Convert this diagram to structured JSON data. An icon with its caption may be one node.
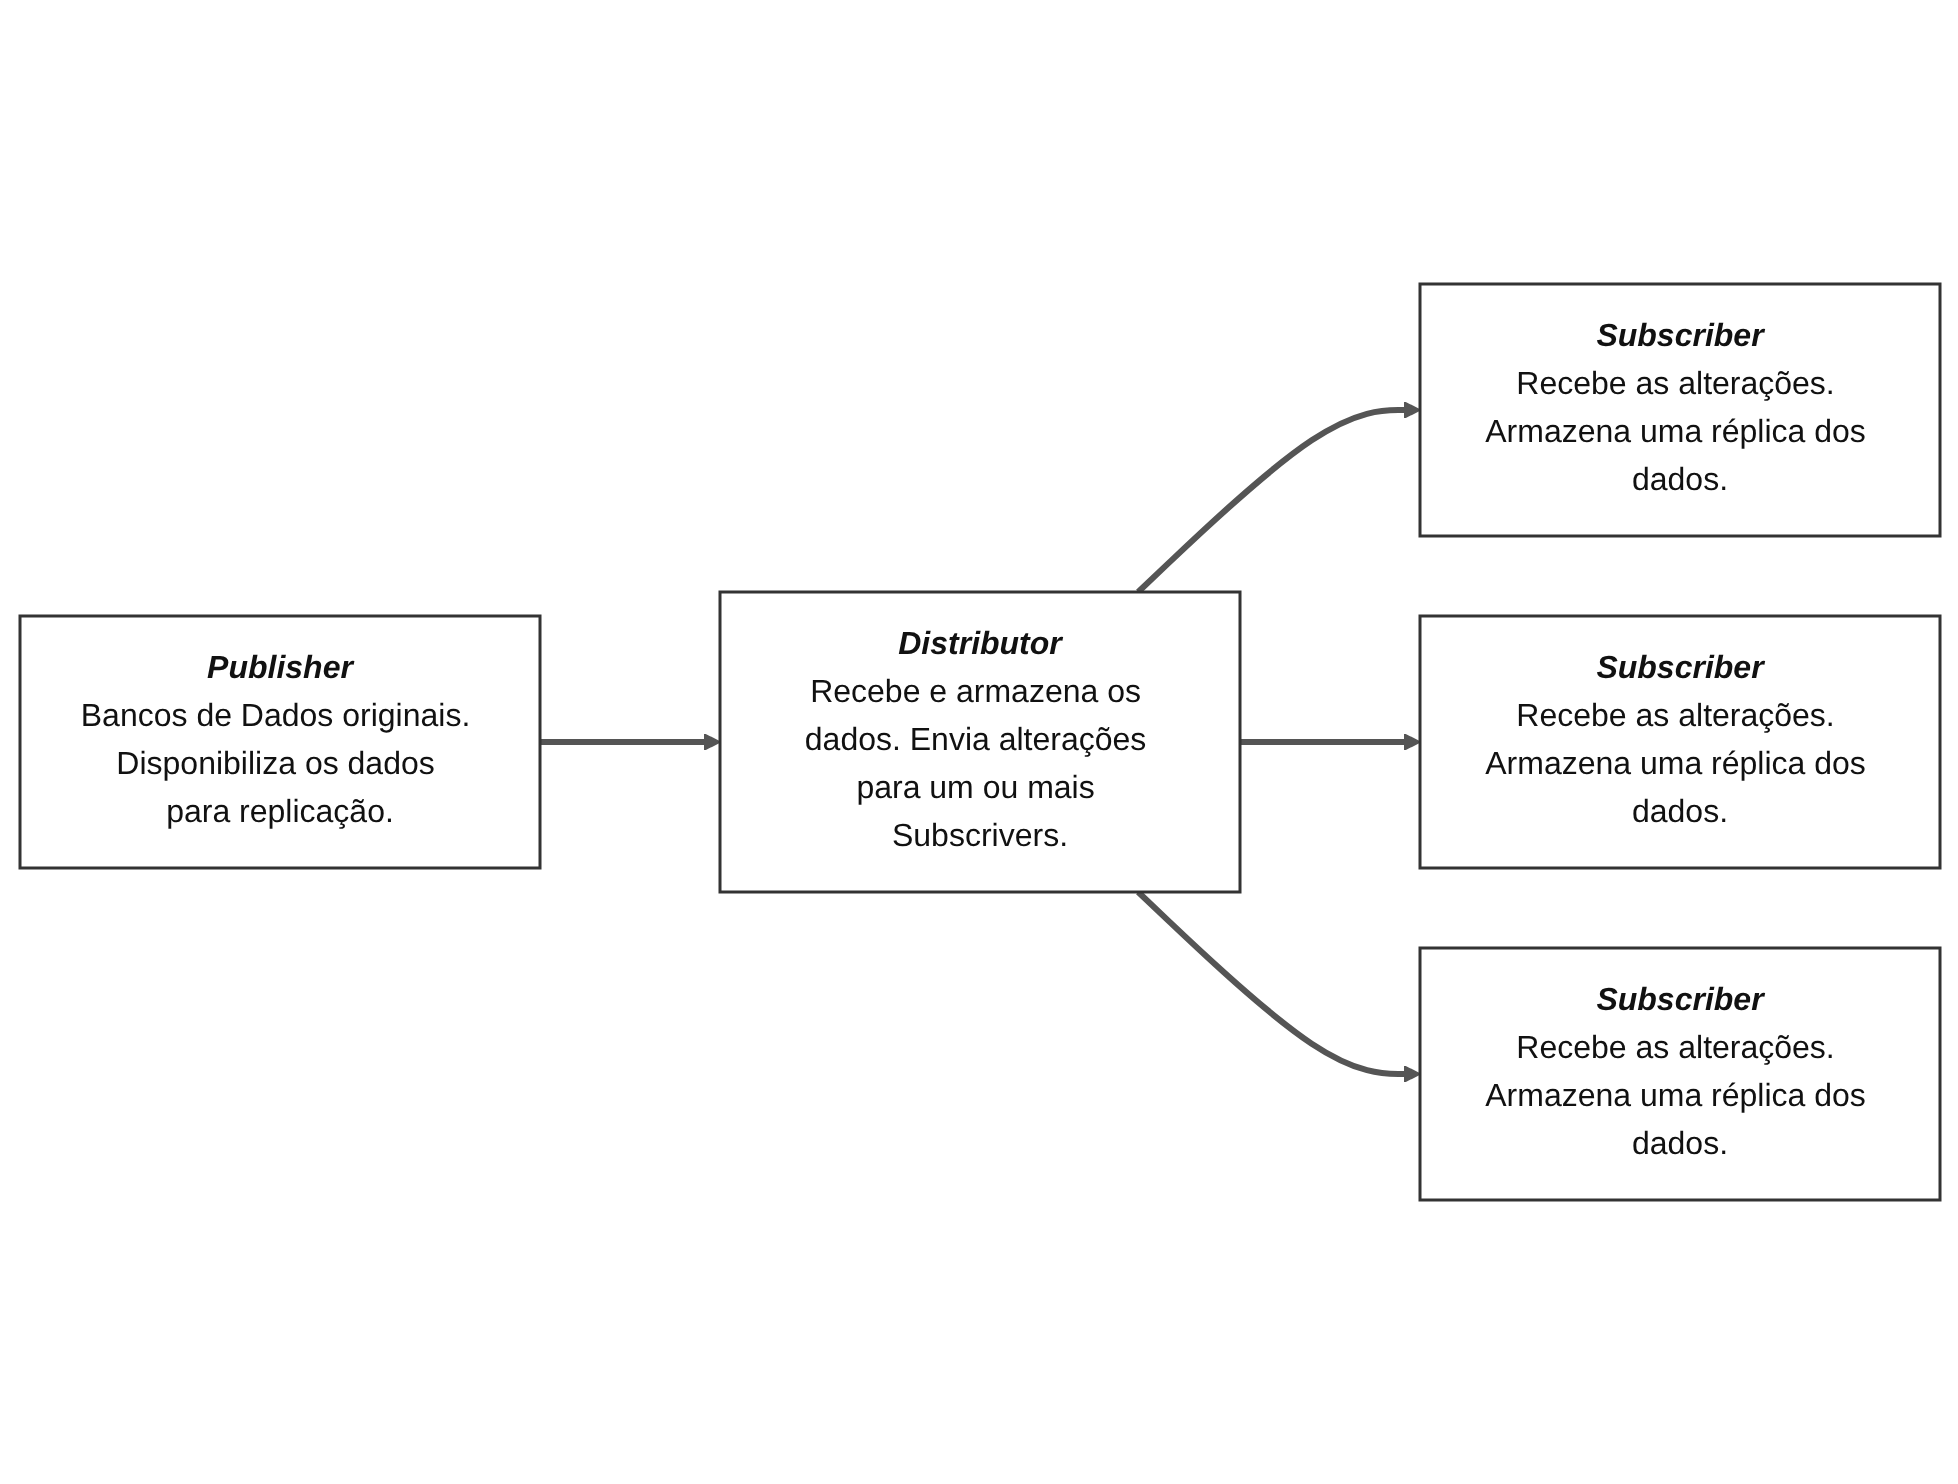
{
  "diagram": {
    "nodes": [
      {
        "text": [
          "Publisher",
          "Bancos de Dados originais. Disponibiliza os dados para replicação."
        ]
      },
      {
        "text": [
          "Distributor",
          "Recebe e armazena os dados. Envia alterações para um ou mais Subscrivers."
        ]
      },
      {
        "text": [
          "Subscriber",
          "Recebe as alterações. Armazena uma réplica dos dados."
        ]
      },
      {
        "text": [
          "Subscriber",
          "Recebe as alterações. Armazena uma réplica dos dados."
        ]
      },
      {
        "text": [
          "Subscriber",
          "Recebe as alterações. Armazena uma réplica dos dados."
        ]
      }
    ],
    "edges": [
      {
        "from": 0,
        "to": 1,
        "arrow": "to"
      },
      {
        "from": 1,
        "to": 2,
        "arrow": "to"
      },
      {
        "from": 1,
        "to": 3,
        "arrow": "to"
      },
      {
        "from": 1,
        "to": 4,
        "arrow": "to"
      }
    ]
  }
}
